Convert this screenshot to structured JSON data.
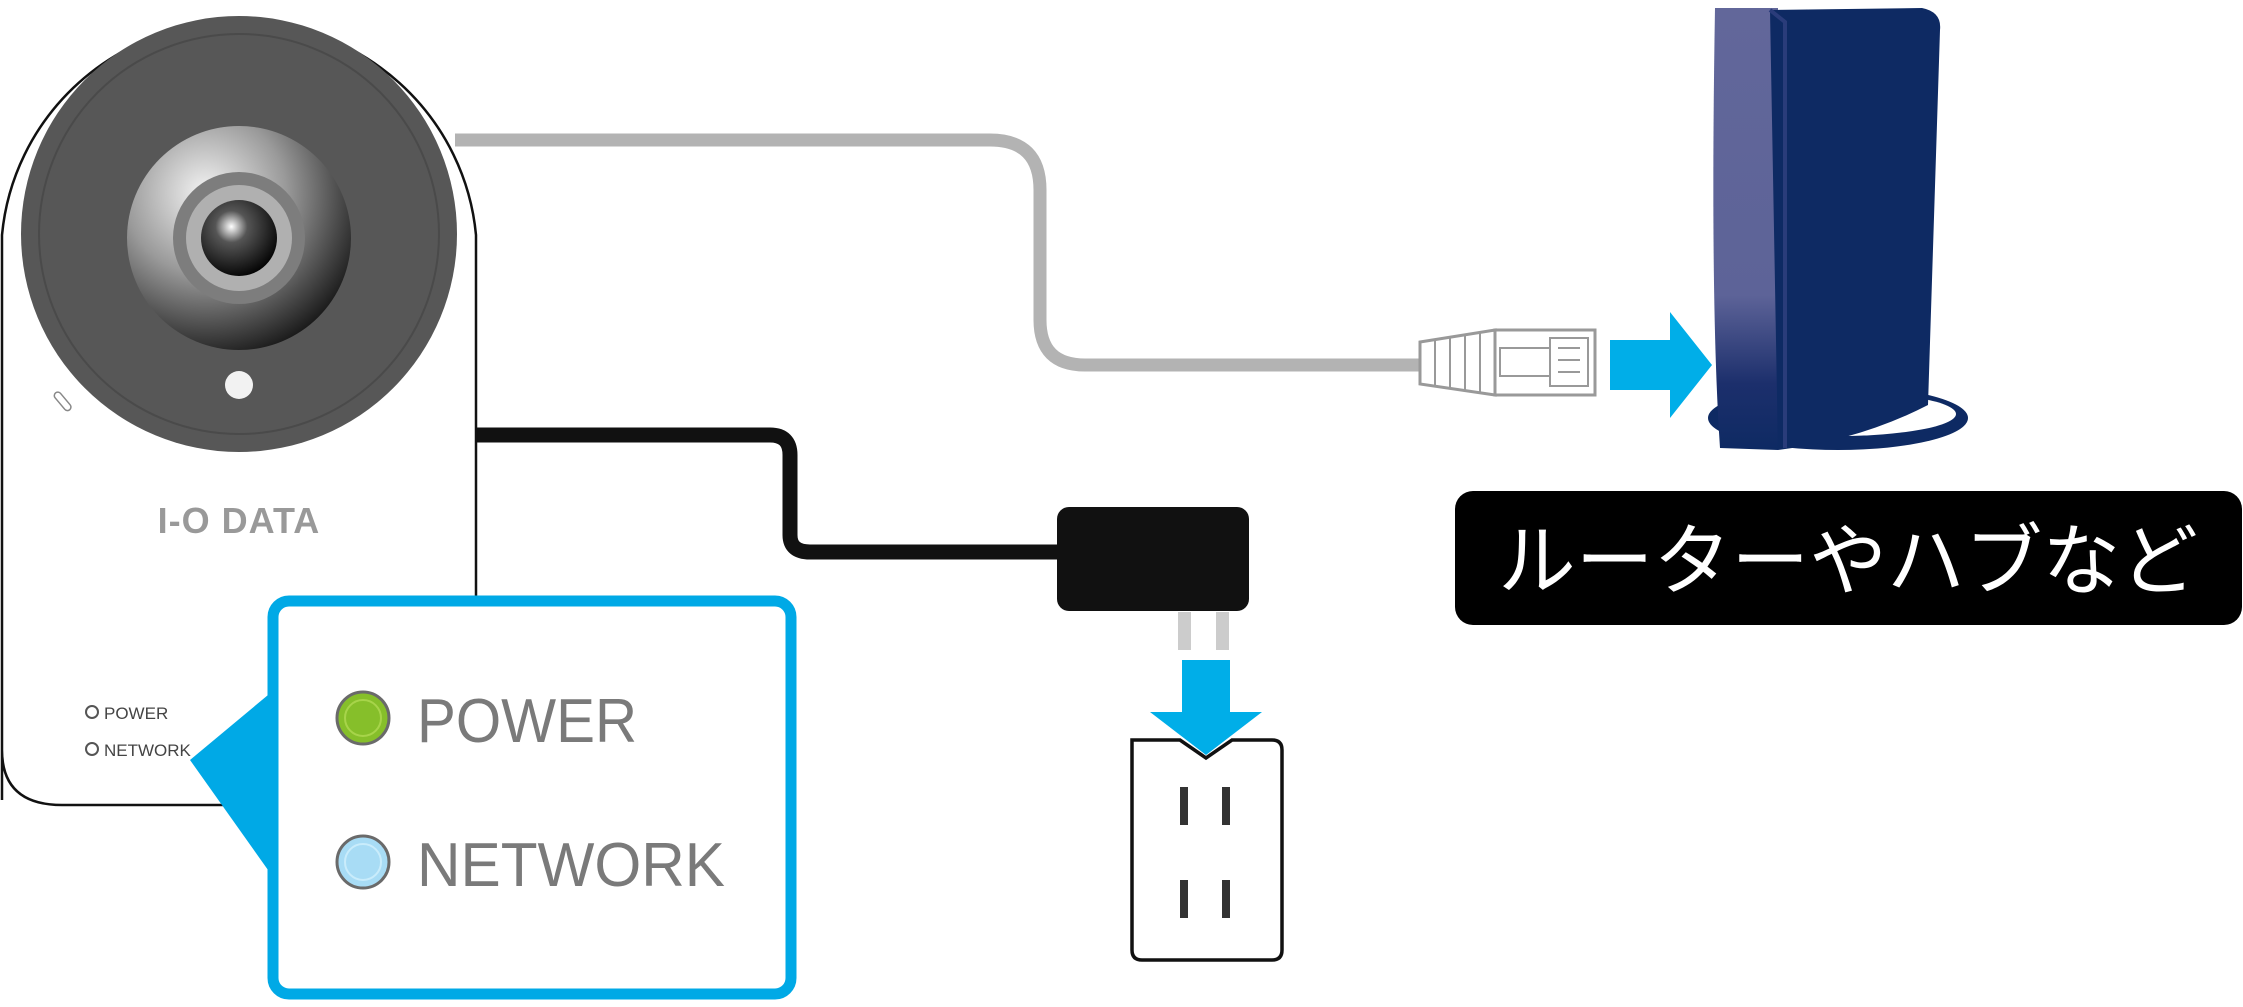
{
  "camera": {
    "brand": "I-O DATA",
    "led_labels": [
      "POWER",
      "NETWORK"
    ]
  },
  "indicator_callout": {
    "items": [
      {
        "label": "POWER",
        "color": "#86bf2a"
      },
      {
        "label": "NETWORK",
        "color": "#a8dcf5"
      }
    ],
    "border_color": "#00a9e6"
  },
  "router": {
    "label": "ルーターやハブなど",
    "body_color": "#0e2a63",
    "label_bg": "#000000"
  },
  "colors": {
    "arrow": "#00aee8",
    "lan_cable": "#b3b3b3",
    "power_cable": "#111111"
  }
}
